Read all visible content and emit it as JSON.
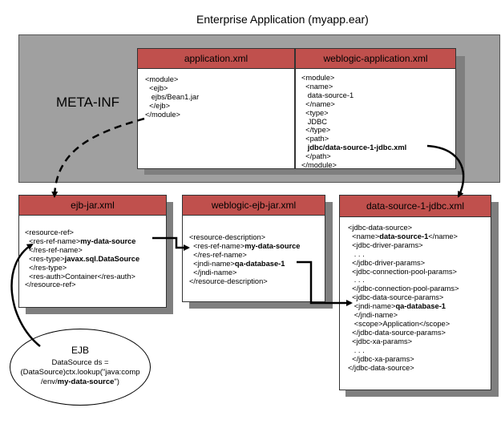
{
  "diagram": {
    "title": "Enterprise Application (myapp.ear)",
    "meta_inf_label": "META-INF"
  },
  "app_xml": {
    "header": "application.xml",
    "lines": [
      {
        "text": "<module>",
        "bold": ""
      },
      {
        "text": "  <ejb>",
        "bold": ""
      },
      {
        "text": "   ejbs/Bean1.jar",
        "bold": ""
      },
      {
        "text": "  </ejb>",
        "bold": ""
      },
      {
        "text": "</module>",
        "bold": ""
      }
    ]
  },
  "wl_app_xml": {
    "header": "weblogic-application.xml",
    "lines": [
      {
        "text": "<module>",
        "bold": ""
      },
      {
        "text": "  <name>",
        "bold": ""
      },
      {
        "text": "   data-source-1",
        "bold": ""
      },
      {
        "text": "  </name>",
        "bold": ""
      },
      {
        "text": "  <type>",
        "bold": ""
      },
      {
        "text": "   JDBC",
        "bold": ""
      },
      {
        "text": "  </type>",
        "bold": ""
      },
      {
        "text": "  <path>",
        "bold": ""
      },
      {
        "text": "   ",
        "bold": "jdbc/data-source-1-jdbc.xml"
      },
      {
        "text": "  </path>",
        "bold": ""
      },
      {
        "text": "</module>",
        "bold": ""
      }
    ]
  },
  "ejb_jar": {
    "header": "ejb-jar.xml",
    "lines": [
      {
        "text": "<resource-ref>",
        "bold": ""
      },
      {
        "text": "  <res-ref-name>",
        "bold": "my-data-source"
      },
      {
        "text": "  </res-ref-name>",
        "bold": ""
      },
      {
        "text": "  <res-type>",
        "bold": "javax.sql.DataSource"
      },
      {
        "text": "  </res-type>",
        "bold": ""
      },
      {
        "text": "  <res-auth>Container</res-auth>",
        "bold": ""
      },
      {
        "text": "</resource-ref>",
        "bold": ""
      }
    ]
  },
  "wl_ejb_jar": {
    "header": "weblogic-ejb-jar.xml",
    "lines": [
      {
        "text": "<resource-description>",
        "bold": ""
      },
      {
        "text": "  <res-ref-name>",
        "bold": "my-data-source"
      },
      {
        "text": "  </res-ref-name>",
        "bold": ""
      },
      {
        "text": "  <jndi-name>",
        "bold": "qa-database-1"
      },
      {
        "text": "  </jndi-name>",
        "bold": ""
      },
      {
        "text": "</resource-description>",
        "bold": ""
      }
    ]
  },
  "ds_jdbc": {
    "header": "data-source-1-jdbc.xml",
    "lines": [
      {
        "text": "<jdbc-data-source>",
        "bold": ""
      },
      {
        "text": "  <name>",
        "bold": "data-source-1",
        "tail": "</name>"
      },
      {
        "text": "  <jdbc-driver-params>",
        "bold": ""
      },
      {
        "text": "   . . .",
        "bold": ""
      },
      {
        "text": "  </jdbc-driver-params>",
        "bold": ""
      },
      {
        "text": "  <jdbc-connection-pool-params>",
        "bold": ""
      },
      {
        "text": "   . . .",
        "bold": ""
      },
      {
        "text": "  </jdbc-connection-pool-params>",
        "bold": ""
      },
      {
        "text": "  <jdbc-data-source-params>",
        "bold": ""
      },
      {
        "text": "   <jndi-name>",
        "bold": "qa-database-1"
      },
      {
        "text": "   </jndi-name>",
        "bold": ""
      },
      {
        "text": "   <scope>Application</scope>",
        "bold": ""
      },
      {
        "text": "  </jdbc-data-source-params>",
        "bold": ""
      },
      {
        "text": "  <jdbc-xa-params>",
        "bold": ""
      },
      {
        "text": "   . . .",
        "bold": ""
      },
      {
        "text": "  </jdbc-xa-params>",
        "bold": ""
      },
      {
        "text": "</jdbc-data-source>",
        "bold": ""
      }
    ]
  },
  "ejb": {
    "title": "EJB",
    "line1": "DataSource ds =",
    "line2": "(DataSource)ctx.lookup(\"java:comp",
    "line3_prefix": "/env/",
    "line3_bold": "my-data-source",
    "line3_suffix": "\")"
  },
  "colors": {
    "header_fill": "#c0504d",
    "panel_fill": "#a0a0a0",
    "shadow_fill": "#7f7f7f"
  }
}
